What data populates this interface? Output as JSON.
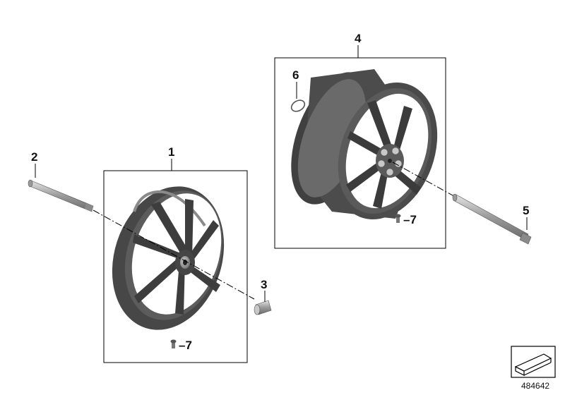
{
  "callouts": {
    "front_wheel": "1",
    "front_axle": "2",
    "front_spacer": "3",
    "rear_wheel": "4",
    "rear_axle": "5",
    "ring": "6",
    "valve_front": "–7",
    "valve_rear": "–7"
  },
  "document_number": "484642",
  "colors": {
    "wheel_dark": "#3a3a3a",
    "wheel_mid": "#5e5e5e",
    "wheel_light": "#8a8a8a",
    "metal": "#b8b8b8",
    "line": "#000000"
  },
  "icons": [
    "exploded-view-corner-icon"
  ]
}
